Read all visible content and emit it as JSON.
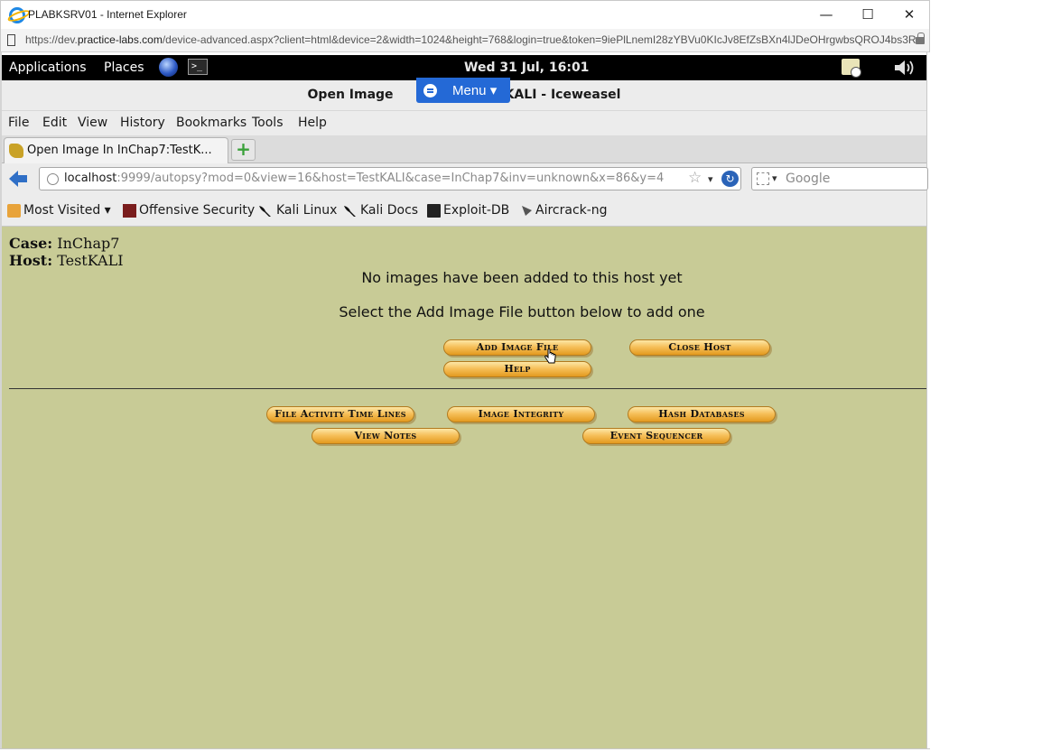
{
  "ie": {
    "title": "PLABKSRV01 - Internet Explorer",
    "url_scheme": "https://dev.",
    "url_domain": "practice-labs.com",
    "url_path": "/device-advanced.aspx?client=html&device=2&width=1024&height=768&login=true&token=9iePlLnemI28zYBVu0KIcJv8EfZsBXn4lJDeOHrgwbsQROJ4bs3R",
    "minimize": "—",
    "maximize": "☐",
    "close": "✕"
  },
  "gnome_panel": {
    "applications": "Applications",
    "places": "Places",
    "clock": "Wed 31 Jul, 16:01",
    "terminal_glyph": ">_"
  },
  "iceweasel": {
    "title_left": "Open Image",
    "title_right": "stKALI - Iceweasel",
    "menu_button": "Menu ▾",
    "menubar": {
      "file": "File",
      "edit": "Edit",
      "view": "View",
      "history": "History",
      "bookmarks": "Bookmarks",
      "tools": "Tools",
      "help": "Help"
    },
    "tab_label": "Open Image In InChap7:TestK...",
    "newtab": "+",
    "url_host": "localhost",
    "url_rest": ":9999/autopsy?mod=0&view=16&host=TestKALI&case=InChap7&inv=unknown&x=86&y=4",
    "search_placeholder": "Google",
    "bookmarks": {
      "most_visited": "Most Visited",
      "offensive_security": "Offensive Security",
      "kali_linux": "Kali Linux",
      "kali_docs": "Kali Docs",
      "exploit_db": "Exploit-DB",
      "aircrack_ng": "Aircrack-ng"
    }
  },
  "autopsy": {
    "case_label": "Case:",
    "case_value": "InChap7",
    "host_label": "Host:",
    "host_value": "TestKALI",
    "msg_no_images": "No images have been added to this host yet",
    "msg_select": "Select the Add Image File button below to add one",
    "buttons": {
      "add_image_file": "Add Image File",
      "close_host": "Close Host",
      "help": "Help",
      "file_activity": "File Activity Time Lines",
      "image_integrity": "Image Integrity",
      "hash_databases": "Hash Databases",
      "view_notes": "View Notes",
      "event_sequencer": "Event Sequencer"
    }
  }
}
